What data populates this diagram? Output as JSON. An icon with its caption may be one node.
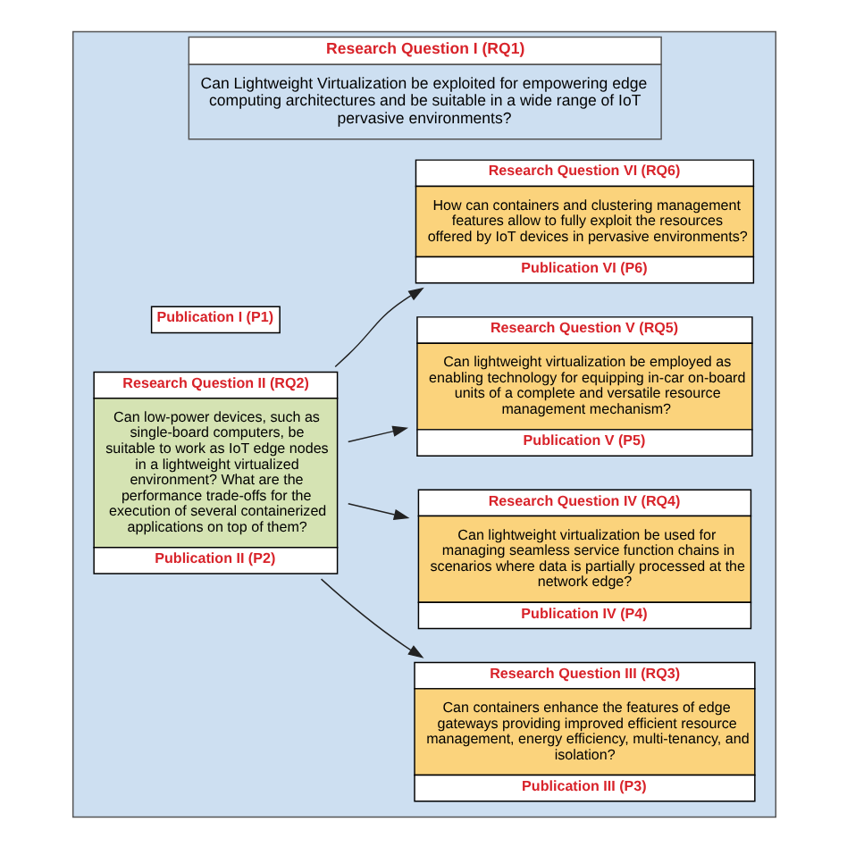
{
  "diagram": {
    "nodes": [
      {
        "text": [
          "Research Question I (RQ1)",
          "Can Lightweight Virtualization be exploited for empowering edge computing architectures and be suitable in a wide range of IoT pervasive environments?",
          "Publication I (P1)"
        ]
      },
      {
        "text": [
          "Research Question II (RQ2)",
          "Can low-power devices, such as single-board computers, be suitable to work as IoT edge nodes in a lightweight virtualized environment? What are the performance trade-offs for the execution of several containerized applications on top of them?",
          "Publication II (P2)"
        ],
        "in": 0
      },
      {
        "text": [
          "Research Question III (RQ3)",
          "Can containers enhance the features of edge gateways providing improved efficient resource management, energy efficiency, multi-tenancy, and isolation?",
          "Publication III (P3)"
        ],
        "in": 0
      },
      {
        "text": [
          "Research Question IV (RQ4)",
          "Can lightweight virtualization be used for managing seamless service function chains in scenarios where data is partially processed at the network edge?",
          "Publication IV (P4)"
        ],
        "in": 0
      },
      {
        "text": [
          "Research Question V (RQ5)",
          "Can lightweight virtualization be employed as enabling technology for equipping in-car on-board units of a complete and versatile resource management mechanism?",
          "Publication V (P5)"
        ],
        "in": 0
      },
      {
        "text": [
          "Research Question VI (RQ6)",
          "How can containers and clustering management features allow to fully exploit the resources offered by IoT devices in pervasive environments?",
          "Publication VI (P6)"
        ],
        "in": 0
      }
    ],
    "edges": [
      {
        "from": 1,
        "to": 2,
        "arrow": "to"
      },
      {
        "from": 1,
        "to": 3,
        "arrow": "to"
      },
      {
        "from": 1,
        "to": 4,
        "arrow": "to"
      },
      {
        "from": 1,
        "to": 5,
        "arrow": "to"
      }
    ]
  }
}
